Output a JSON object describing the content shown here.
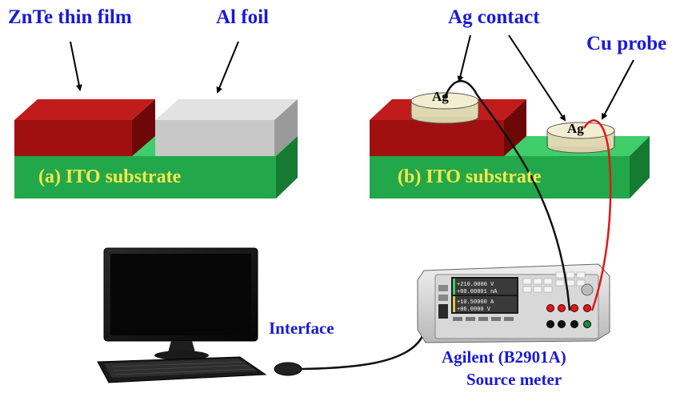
{
  "labels": {
    "znte_film": "ZnTe thin film",
    "al_foil": "Al foil",
    "ag_contact": "Ag contact",
    "cu_probe": "Cu probe",
    "substrate_a": "(a) ITO substrate",
    "substrate_b": "(b) ITO substrate",
    "ag_1": "Ag",
    "ag_2": "Ag",
    "interface": "Interface",
    "meter_line1": "Agilent (B2901A)",
    "meter_line2": "Source meter"
  },
  "meter_display": {
    "row1": "+210.0000  V",
    "row2": "+00.00001 nA",
    "row3": "+10.50000  A",
    "row4": "+06.0000  V"
  },
  "colors": {
    "label_blue": "#1a1ad6",
    "substrate_green": "#22a84a",
    "znte_red": "#a01010",
    "al_gray": "#c8c8c8",
    "ag_disc": "#efe9c8",
    "substrate_text": "#f5e84a",
    "wire_red": "#e01818",
    "wire_black": "#111111"
  }
}
